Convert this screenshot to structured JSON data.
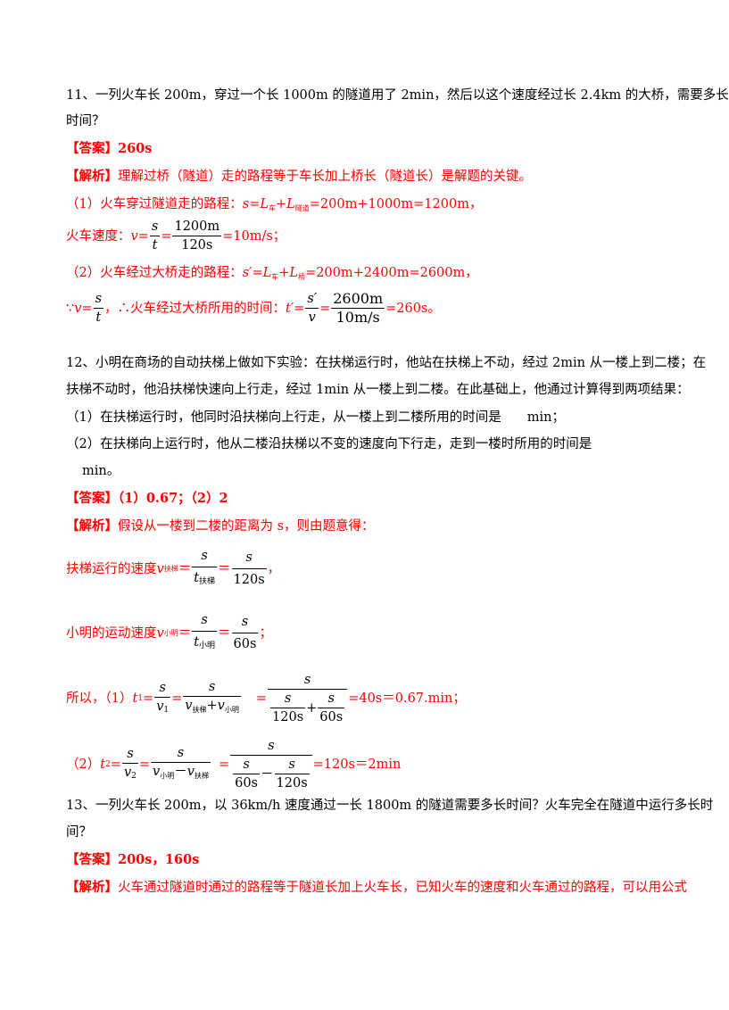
{
  "q11": {
    "question_l1": "11、一列火车长 200m，穿过一个长 1000m 的隧道用了 2min，然后以这个速度经过长 2.4km 的大桥，需要多长",
    "question_l2": "时间？",
    "answer_tag": "【答案】",
    "answer": "260s",
    "analysis_tag": "【解析】",
    "analysis": "理解过桥（隧道）走的路程等于车长加上桥长（隧道长）是解题的关键。",
    "step1_text": "（1）火车穿过隧道走的路程：",
    "step1_s": "s",
    "step1_eq": "=",
    "step1_L1": "L",
    "step1_sub1": "车",
    "step1_plus": "+",
    "step1_L2": "L",
    "step1_sub2": "隧道",
    "step1_rest": "=200m+1000m=1200m，",
    "speed_label": "火车速度：",
    "speed_v": "v",
    "speed_eq": "=",
    "speed_num": "s",
    "speed_den": "t",
    "speed_eq2": "=",
    "speed_num2": "1200m",
    "speed_den2": "120s",
    "speed_result": "=10m/s；",
    "step2_text": "（2）火车经过大桥走的路程：",
    "step2_s": "s′",
    "step2_eq": "=",
    "step2_L1": "L",
    "step2_sub1": "车",
    "step2_plus": "+",
    "step2_L2": "L",
    "step2_sub2": "桥",
    "step2_rest": "=200m+2400m=2600m，",
    "since": "∵",
    "since_v": "v",
    "since_eq": "=",
    "since_num": "s",
    "since_den": "t",
    "since_text": "，∴火车经过大桥所用的时间：",
    "since_t": "t′",
    "since_eq2": "=",
    "since_num2": "s′",
    "since_den2": "v",
    "since_eq3": "=",
    "since_num3": "2600m",
    "since_den3": "10m/s",
    "since_result": "=260s。"
  },
  "q12": {
    "question_l1": "12、小明在商场的自动扶梯上做如下实验：在扶梯运行时，他站在扶梯上不动，经过 2min 从一楼上到二楼；在",
    "question_l2": "扶梯不动时，他沿扶梯快速向上行走，经过 1min 从一楼上到二楼。在此基础上，他通过计算得到两项结果：",
    "part1": "（1）在扶梯运行时，他同时沿扶梯向上行走，从一楼上到二楼所用的时间是　　min；",
    "part2_l1": "（2）在扶梯向上运行时，他从二楼沿扶梯以不变的速度向下行走，走到一楼时所用的时间是",
    "part2_l2": "min。",
    "answer_tag": "【答案】",
    "answer": "（1）0.67；（2）2",
    "analysis_tag": "【解析】",
    "analysis": "假设从一楼到二楼的距离为 s，则由题意得：",
    "esc_label": "扶梯运行的速度 ",
    "esc_v": "v",
    "esc_sub": "扶梯",
    "esc_eq": "＝",
    "esc_num": "s",
    "esc_den_t": "t",
    "esc_den_sub": "扶梯",
    "esc_eq2": "＝",
    "esc_num2": "s",
    "esc_den2": "120s",
    "esc_end": "，",
    "xm_label": "小明的运动速度 ",
    "xm_v": "v",
    "xm_sub": "小明",
    "xm_eq": "＝",
    "xm_num": "s",
    "xm_den_t": "t",
    "xm_den_sub": "小明",
    "xm_eq2": "＝",
    "xm_num2": "s",
    "xm_den2": "60s",
    "xm_end": "；",
    "so_label": "所以，（1）",
    "t1": "t",
    "t1_sub": "1",
    "t1_eq": "=",
    "t1_num": "s",
    "t1_den_v": "v",
    "t1_den_sub": "1",
    "t1_eq2": "=",
    "t1_num2": "s",
    "t1_d_v1": "v",
    "t1_d_sub1": "扶梯",
    "t1_d_plus": "+",
    "t1_d_v2": "v",
    "t1_d_sub2": "小明",
    "t1_eq3": "=",
    "t1_num3": "s",
    "t1_dd_n1": "s",
    "t1_dd_d1": "120s",
    "t1_dd_plus": "+",
    "t1_dd_n2": "s",
    "t1_dd_d2": "60s",
    "t1_result": "=40s＝0.67.min；",
    "p2_label": "（2）",
    "t2": "t",
    "t2_sub": "2",
    "t2_eq": "=",
    "t2_num": "s",
    "t2_den_v": "v",
    "t2_den_sub": "2",
    "t2_eq2": "=",
    "t2_num2": "s",
    "t2_d_v1": "v",
    "t2_d_sub1": "小明",
    "t2_d_minus": "－",
    "t2_d_v2": "v",
    "t2_d_sub2": "扶梯",
    "t2_eq3": "=",
    "t2_num3": "s",
    "t2_dd_n1": "s",
    "t2_dd_d1": "60s",
    "t2_dd_minus": "－",
    "t2_dd_n2": "s",
    "t2_dd_d2": "120s",
    "t2_result": "=120s＝2min"
  },
  "q13": {
    "question_l1": "13、一列火车长 200m，以 36km/h 速度通过一长 1800m 的隧道需要多长时间？火车完全在隧道中运行多长时",
    "question_l2": "间？",
    "answer_tag": "【答案】",
    "answer": "200s，160s",
    "analysis_tag": "【解析】",
    "analysis": "火车通过隧道时通过的路程等于隧道长加上火车长，已知火车的速度和火车通过的路程，可以用公式"
  }
}
